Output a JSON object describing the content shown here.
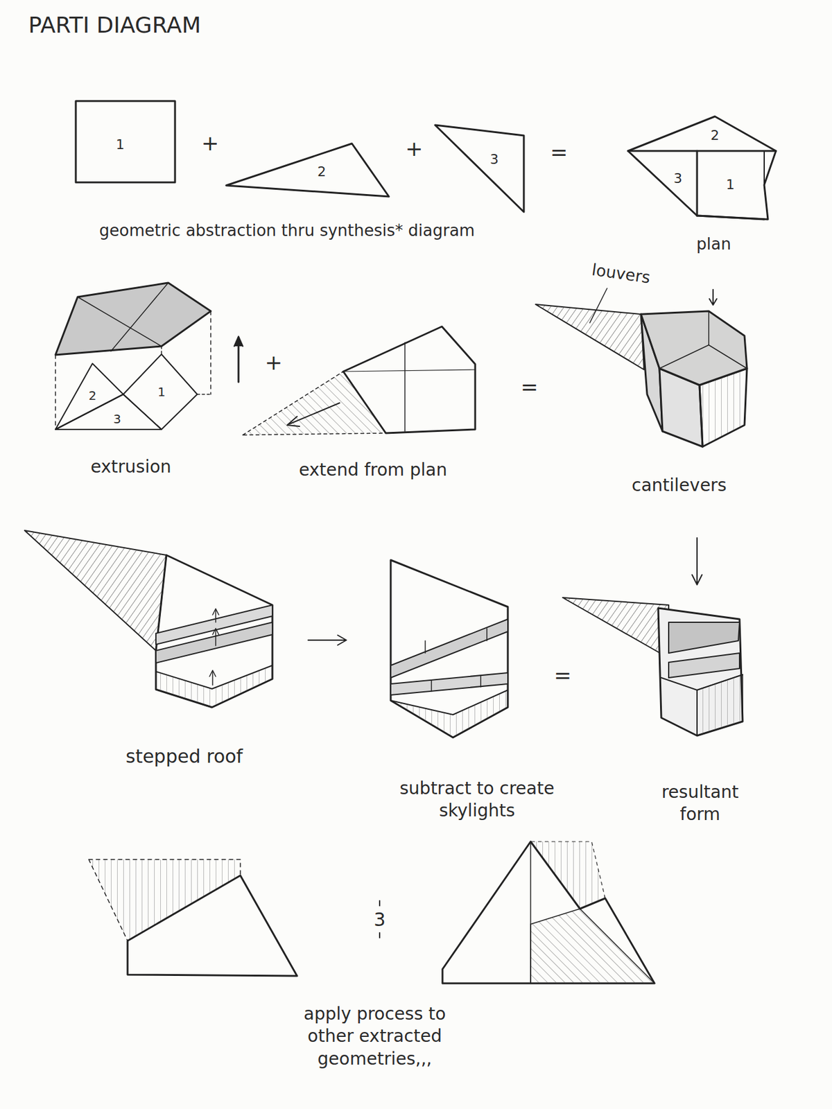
{
  "diagram": {
    "title": "PARTI DIAGRAM",
    "nodes": [
      {
        "text": [
          "1"
        ]
      },
      {
        "text": [
          "2"
        ]
      },
      {
        "text": [
          "3"
        ]
      }
    ],
    "labels": [
      "+",
      "+",
      "=",
      "2",
      "3",
      "1",
      "geometric abstraction thru synthesis* diagram",
      "plan",
      "louvers",
      "2",
      "1",
      "3",
      "+",
      "=",
      "extrusion",
      "extend from plan",
      "cantilevers",
      "stepped roof",
      "subtract to create skylights",
      "=",
      "resultant form",
      "3",
      "apply process to other extracted geometries,,,"
    ]
  }
}
